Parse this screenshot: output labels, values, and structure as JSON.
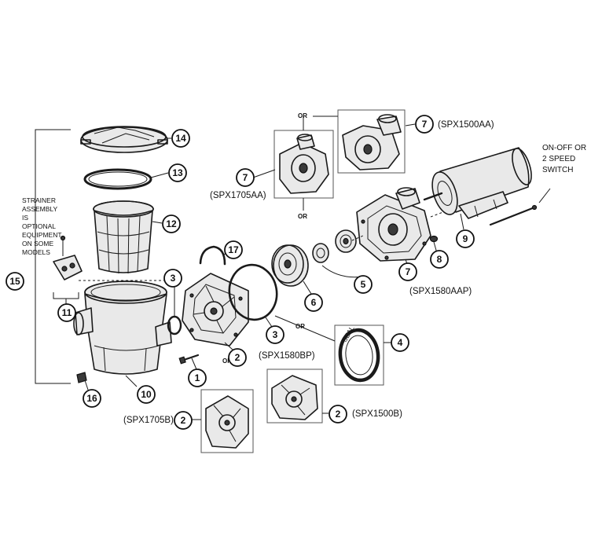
{
  "callouts": {
    "c1": "1",
    "c2a": "2",
    "c2b": "2",
    "c2c": "2",
    "c3a": "3",
    "c3b": "3",
    "c4": "4",
    "c5": "5",
    "c6": "6",
    "c7a": "7",
    "c7b": "7",
    "c7c": "7",
    "c8": "8",
    "c9": "9",
    "c10": "10",
    "c11": "11",
    "c12": "12",
    "c13": "13",
    "c14": "14",
    "c15": "15",
    "c16": "16",
    "c17": "17"
  },
  "models": {
    "spx1500aa": "(SPX1500AA)",
    "spx1705aa": "(SPX1705AA)",
    "spx1580aap": "(SPX1580AAP)",
    "spx1580bp": "(SPX1580BP)",
    "spx1705b": "(SPX1705B)",
    "spx1500b": "(SPX1500B)"
  },
  "or_label": "OR",
  "strainer_note": [
    "STRAINER",
    "ASSEMBLY",
    "IS",
    "OPTIONAL",
    "EQUIPMENT",
    "ON SOME",
    "MODELS"
  ],
  "switch_note": [
    "ON-OFF OR",
    "2 SPEED",
    "SWITCH"
  ],
  "seal_text": "SEAL",
  "colors": {
    "ink": "#1a1a1a",
    "paper": "#ffffff",
    "shade": "#e9e9e9"
  }
}
